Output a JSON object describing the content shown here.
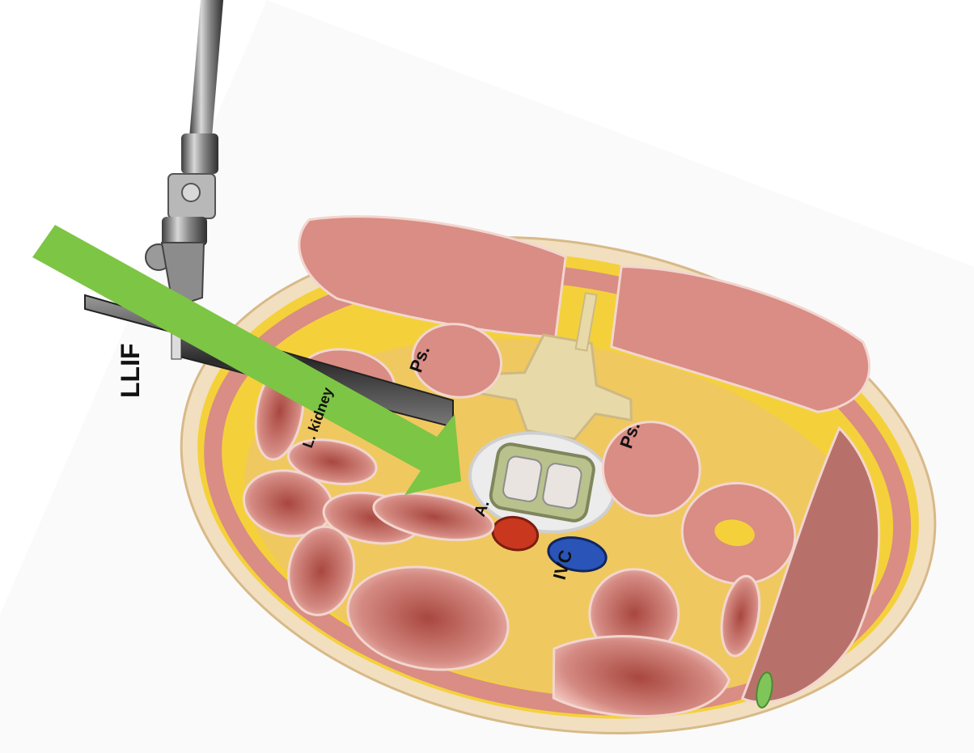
{
  "labels": {
    "approach": "LLIF",
    "psoas_left": "Ps.",
    "psoas_right": "Ps.",
    "kidney": "L. kidney",
    "aorta": "A.",
    "ivc": "IVC"
  },
  "colors": {
    "background": "#ffffff",
    "skin": "#f1dfc0",
    "fat": "#f4d13a",
    "muscle": "#d98d84",
    "muscle_dark": "#c06a62",
    "bowel": "#cf7f77",
    "vertebra": "#e8d9a8",
    "implant": "#b9c28d",
    "aorta": "#c9371f",
    "ivc": "#2a54b8",
    "arrow": "#7dc544",
    "instrument": "#6c6c6c",
    "retractor": "#4a4a4a"
  },
  "icons": {
    "arrow": "arrow-icon",
    "instrument": "surgical-instrument-icon"
  }
}
